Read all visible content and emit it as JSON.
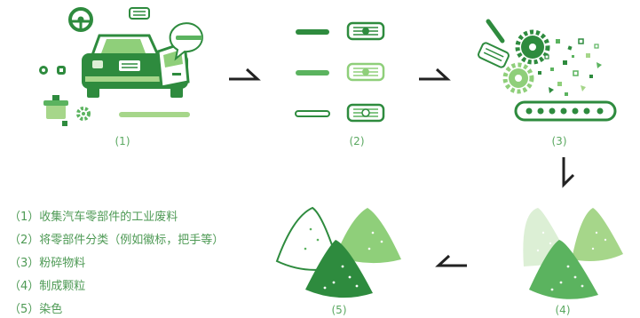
{
  "steps": [
    {
      "label": "(1)"
    },
    {
      "label": "(2)"
    },
    {
      "label": "(3)"
    },
    {
      "label": "(4)"
    },
    {
      "label": "(5)"
    }
  ],
  "legend": [
    "（1）收集汽车零部件的工业废料",
    "（2）将零部件分类（例如徽标，把手等）",
    "（3）粉碎物料",
    "（4）制成颗粒",
    "（5）染色"
  ],
  "colors": {
    "dark_green": "#2e8b3e",
    "mid_green": "#5bb35f",
    "light_green": "#a6d68a",
    "pale_green": "#dcefd5",
    "text_green": "#4e9a55",
    "arrow": "#222222"
  }
}
